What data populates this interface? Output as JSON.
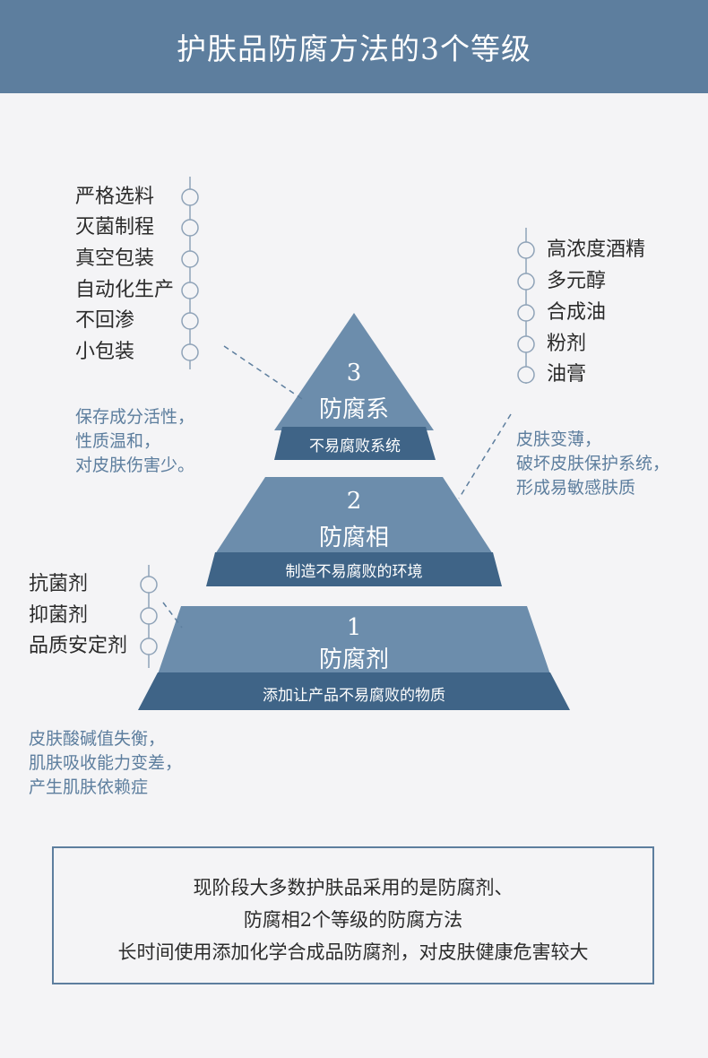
{
  "header": {
    "title": "护肤品防腐方法的3个等级"
  },
  "pyramid": {
    "levels": [
      {
        "number": "3",
        "name": "防腐系",
        "band": "不易腐败系统"
      },
      {
        "number": "2",
        "name": "防腐相",
        "band": "制造不易腐败的环境"
      },
      {
        "number": "1",
        "name": "防腐剂",
        "band": "添加让产品不易腐败的物质"
      }
    ]
  },
  "level3_methods": [
    "严格选料",
    "灭菌制程",
    "真空包装",
    "自动化生产",
    "不回渗",
    "小包装"
  ],
  "level3_note": [
    "保存成分活性，",
    "性质温和，",
    "对皮肤伤害少。"
  ],
  "level2_methods": [
    "高浓度酒精",
    "多元醇",
    "合成油",
    "粉剂",
    "油膏"
  ],
  "level2_note": [
    "皮肤变薄，",
    "破坏皮肤保护系统，",
    "形成易敏感肤质"
  ],
  "level1_methods": [
    "抗菌剂",
    "抑菌剂",
    "品质安定剂"
  ],
  "level1_note": [
    "皮肤酸碱值失衡，",
    "肌肤吸收能力变差，",
    "产生肌肤依赖症"
  ],
  "summary": {
    "lines": [
      "现阶段大多数护肤品采用的是防腐剂、",
      "防腐相2个等级的防腐方法",
      "长时间使用添加化学合成品防腐剂，对皮肤健康危害较大"
    ]
  },
  "colors": {
    "header": "#5d7e9e",
    "pyramid_light": "#6c8dac",
    "pyramid_dark": "#3f6487",
    "accent_text": "#5d7e9e",
    "line": "#8fa3b8"
  }
}
